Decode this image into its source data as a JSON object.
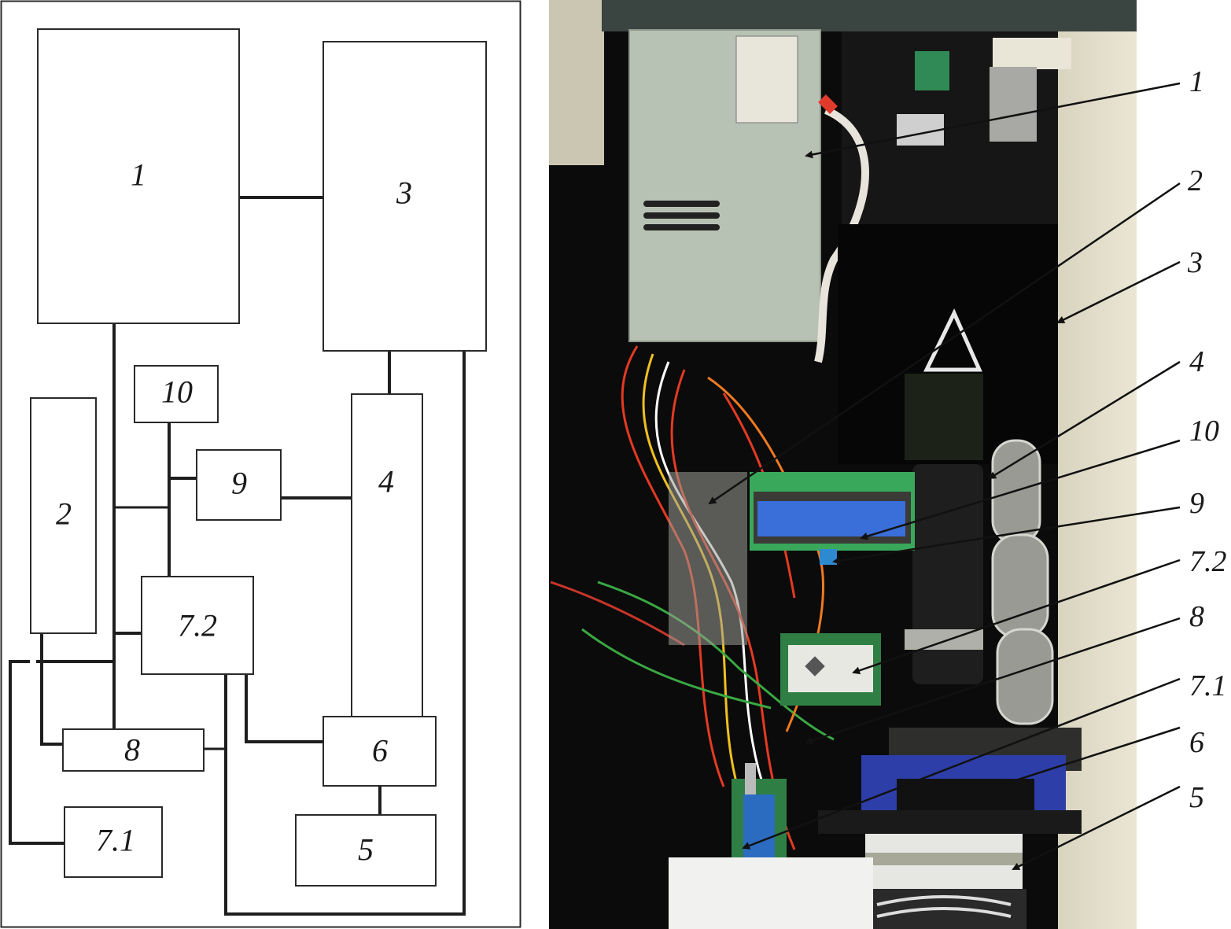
{
  "scheme": {
    "title": "Block diagram",
    "blocks": [
      {
        "id": "1",
        "label": "1"
      },
      {
        "id": "2",
        "label": "2"
      },
      {
        "id": "3",
        "label": "3"
      },
      {
        "id": "4",
        "label": "4"
      },
      {
        "id": "5",
        "label": "5"
      },
      {
        "id": "6",
        "label": "6"
      },
      {
        "id": "7.1",
        "label": "7.1"
      },
      {
        "id": "7.2",
        "label": "7.2"
      },
      {
        "id": "8",
        "label": "8"
      },
      {
        "id": "9",
        "label": "9"
      },
      {
        "id": "10",
        "label": "10"
      }
    ],
    "connections": [
      [
        "1",
        "3"
      ],
      [
        "3",
        "4"
      ],
      [
        "4",
        "9"
      ],
      [
        "4",
        "6"
      ],
      [
        "6",
        "5"
      ],
      [
        "10",
        "9"
      ],
      [
        "10",
        "7.2"
      ],
      [
        "1",
        "7.2"
      ],
      [
        "1",
        "8"
      ],
      [
        "2",
        "8"
      ],
      [
        "7.2",
        "6"
      ],
      [
        "7.2",
        "8"
      ],
      [
        "7.1",
        "bus"
      ],
      [
        "3",
        "7.2"
      ]
    ]
  },
  "photo": {
    "description": "Photograph of the assembled device interior with numbered callouts",
    "callouts": [
      {
        "label": "1"
      },
      {
        "label": "2"
      },
      {
        "label": "3"
      },
      {
        "label": "4"
      },
      {
        "label": "10"
      },
      {
        "label": "9"
      },
      {
        "label": "7.2"
      },
      {
        "label": "8"
      },
      {
        "label": "7.1"
      },
      {
        "label": "6"
      },
      {
        "label": "5"
      }
    ]
  }
}
